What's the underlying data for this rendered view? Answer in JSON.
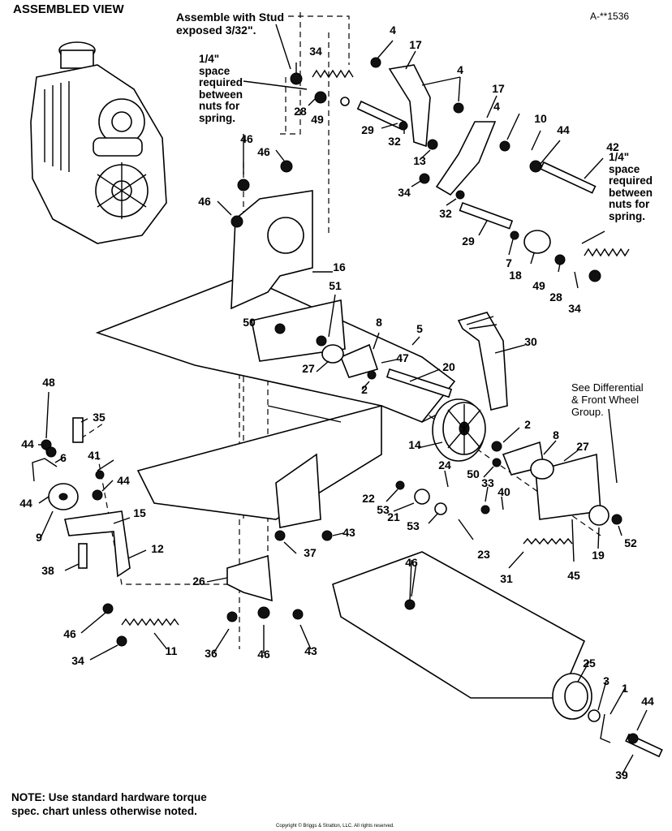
{
  "header": {
    "title": "ASSEMBLED VIEW",
    "diagram_ref": "A-**1536"
  },
  "callouts": {
    "stud_line1": "Assemble with Stud",
    "stud_line2": "exposed 3/32\".",
    "space_left": [
      "1/4\"",
      "space",
      "required",
      "between",
      "nuts for",
      "spring."
    ],
    "space_right": [
      "1/4\"",
      "space",
      "required",
      "between",
      "nuts for",
      "spring."
    ],
    "see_diff": [
      "See Differential",
      "& Front Wheel",
      "Group."
    ]
  },
  "footer": {
    "note_line1": "NOTE: Use standard hardware torque",
    "note_line2": "spec. chart unless otherwise noted.",
    "copyright": "Copyright © Briggs & Stratton, LLC. All rights reserved."
  },
  "part_labels": [
    "1",
    "2",
    "2",
    "3",
    "4",
    "4",
    "4",
    "5",
    "6",
    "7",
    "8",
    "8",
    "9",
    "10",
    "11",
    "12",
    "13",
    "14",
    "15",
    "16",
    "17",
    "17",
    "18",
    "19",
    "20",
    "21",
    "22",
    "23",
    "24",
    "25",
    "26",
    "27",
    "27",
    "28",
    "28",
    "29",
    "29",
    "30",
    "31",
    "32",
    "32",
    "33",
    "34",
    "34",
    "34",
    "34",
    "35",
    "36",
    "37",
    "38",
    "39",
    "40",
    "41",
    "42",
    "43",
    "43",
    "44",
    "44",
    "44",
    "44",
    "44",
    "45",
    "46",
    "46",
    "46",
    "46",
    "46",
    "46",
    "47",
    "48",
    "49",
    "49",
    "50",
    "50",
    "51",
    "52",
    "53",
    "53"
  ]
}
